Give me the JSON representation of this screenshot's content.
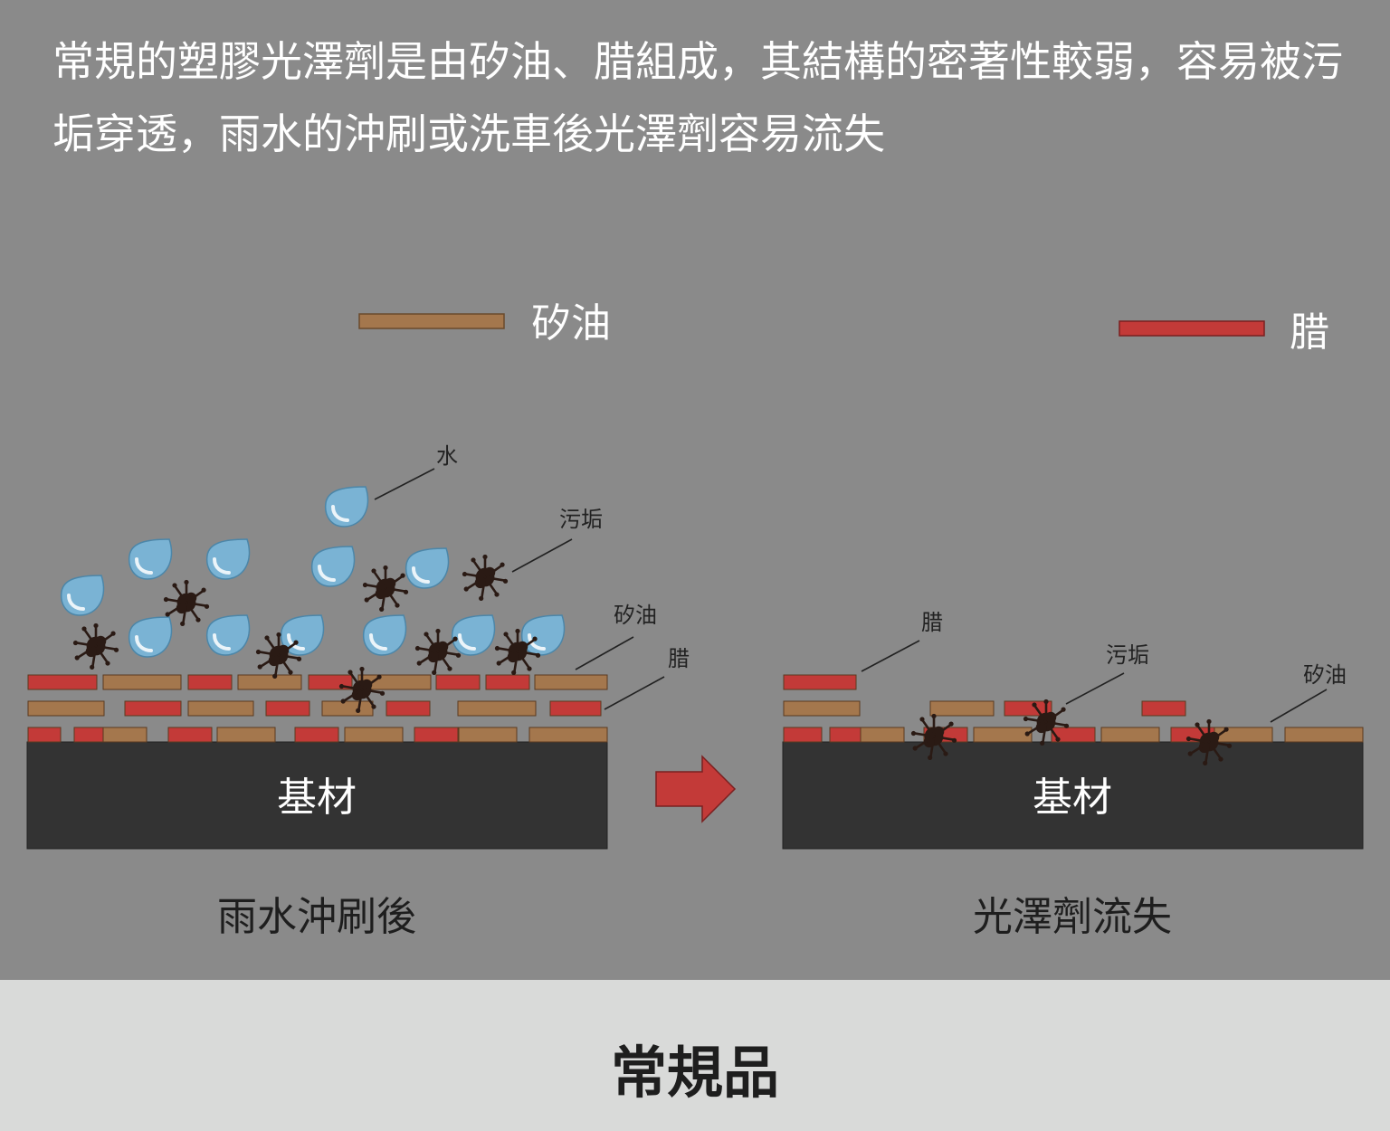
{
  "intro_text": "常規的塑膠光澤劑是由矽油、腊組成，其結構的密著性較弱，容易被污垢穿透，雨水的沖刷或洗車後光澤劑容易流失",
  "legend": {
    "silicone_oil": "矽油",
    "wax": "腊"
  },
  "left_panel": {
    "substrate_label": "基材",
    "caption": "雨水沖刷後",
    "callout_water": "水",
    "callout_dirt": "污垢",
    "callout_silicone": "矽油",
    "callout_wax": "腊"
  },
  "right_panel": {
    "substrate_label": "基材",
    "caption": "光澤劑流失",
    "callout_wax": "腊",
    "callout_dirt": "污垢",
    "callout_silicone": "矽油"
  },
  "footer_label": "常規品",
  "colors": {
    "background": "#8a8a8a",
    "footer_background": "#d9dad9",
    "substrate": "#333333",
    "silicone_oil": "#a4774d",
    "wax": "#c33a38",
    "water": "#7ab3d4",
    "dirt": "#2a1a14",
    "arrow": "#c33a38"
  },
  "icons": {
    "water": "water-drop-icon",
    "dirt": "dirt-splat-icon",
    "arrow": "arrow-right-icon"
  }
}
